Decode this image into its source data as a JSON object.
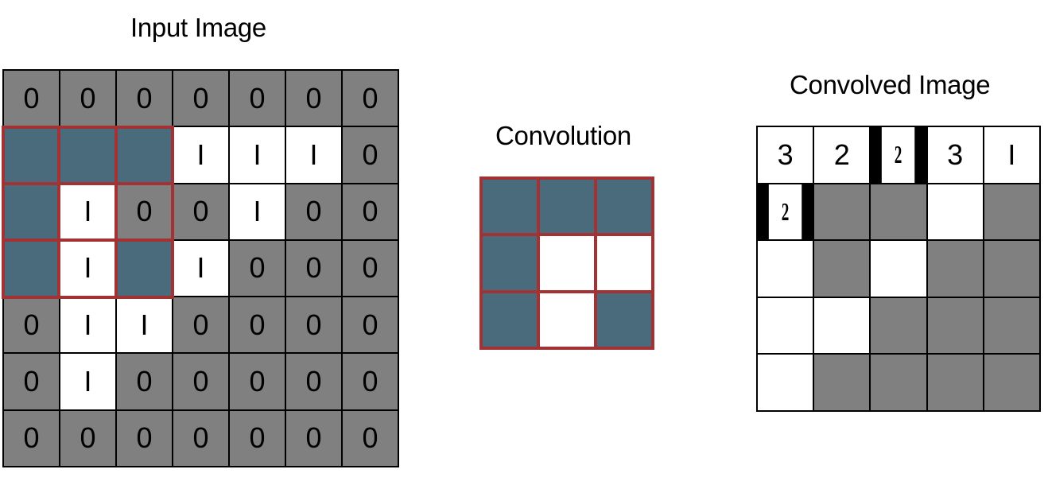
{
  "colors": {
    "zero_cell": "#808080",
    "one_cell": "#ffffff",
    "highlight_cell": "#4a6b7b",
    "kernel_border": "#a33235",
    "grid_line": "#000000"
  },
  "input": {
    "title": "Input Image",
    "cells": [
      [
        {
          "text": "0",
          "fill": "zero"
        },
        {
          "text": "0",
          "fill": "zero"
        },
        {
          "text": "0",
          "fill": "zero"
        },
        {
          "text": "0",
          "fill": "zero"
        },
        {
          "text": "0",
          "fill": "zero"
        },
        {
          "text": "0",
          "fill": "zero"
        },
        {
          "text": "0",
          "fill": "zero"
        }
      ],
      [
        {
          "text": "",
          "fill": "highlight"
        },
        {
          "text": "",
          "fill": "highlight"
        },
        {
          "text": "",
          "fill": "highlight"
        },
        {
          "text": "I",
          "fill": "one"
        },
        {
          "text": "I",
          "fill": "one"
        },
        {
          "text": "I",
          "fill": "one"
        },
        {
          "text": "0",
          "fill": "zero"
        }
      ],
      [
        {
          "text": "",
          "fill": "highlight"
        },
        {
          "text": "I",
          "fill": "one"
        },
        {
          "text": "0",
          "fill": "zero"
        },
        {
          "text": "0",
          "fill": "zero"
        },
        {
          "text": "I",
          "fill": "one"
        },
        {
          "text": "0",
          "fill": "zero"
        },
        {
          "text": "0",
          "fill": "zero"
        }
      ],
      [
        {
          "text": "",
          "fill": "highlight"
        },
        {
          "text": "I",
          "fill": "one"
        },
        {
          "text": "",
          "fill": "highlight"
        },
        {
          "text": "I",
          "fill": "one"
        },
        {
          "text": "0",
          "fill": "zero"
        },
        {
          "text": "0",
          "fill": "zero"
        },
        {
          "text": "0",
          "fill": "zero"
        }
      ],
      [
        {
          "text": "0",
          "fill": "zero"
        },
        {
          "text": "I",
          "fill": "one"
        },
        {
          "text": "I",
          "fill": "one"
        },
        {
          "text": "0",
          "fill": "zero"
        },
        {
          "text": "0",
          "fill": "zero"
        },
        {
          "text": "0",
          "fill": "zero"
        },
        {
          "text": "0",
          "fill": "zero"
        }
      ],
      [
        {
          "text": "0",
          "fill": "zero"
        },
        {
          "text": "I",
          "fill": "one"
        },
        {
          "text": "0",
          "fill": "zero"
        },
        {
          "text": "0",
          "fill": "zero"
        },
        {
          "text": "0",
          "fill": "zero"
        },
        {
          "text": "0",
          "fill": "zero"
        },
        {
          "text": "0",
          "fill": "zero"
        }
      ],
      [
        {
          "text": "0",
          "fill": "zero"
        },
        {
          "text": "0",
          "fill": "zero"
        },
        {
          "text": "0",
          "fill": "zero"
        },
        {
          "text": "0",
          "fill": "zero"
        },
        {
          "text": "0",
          "fill": "zero"
        },
        {
          "text": "0",
          "fill": "zero"
        },
        {
          "text": "0",
          "fill": "zero"
        }
      ]
    ]
  },
  "kernel": {
    "title": "Convolution",
    "cells": [
      [
        "highlight",
        "highlight",
        "highlight"
      ],
      [
        "highlight",
        "one",
        "one"
      ],
      [
        "highlight",
        "one",
        "highlight"
      ]
    ]
  },
  "output": {
    "title": "Convolved Image",
    "cells": [
      [
        {
          "text": "3",
          "fill": "one"
        },
        {
          "text": "2",
          "fill": "one"
        },
        {
          "text": "2",
          "fill": "one",
          "narrow": true
        },
        {
          "text": "3",
          "fill": "one"
        },
        {
          "text": "I",
          "fill": "one"
        }
      ],
      [
        {
          "text": "2",
          "fill": "one",
          "narrow": true
        },
        {
          "text": "",
          "fill": "zero"
        },
        {
          "text": "",
          "fill": "zero"
        },
        {
          "text": "",
          "fill": "one"
        },
        {
          "text": "",
          "fill": "zero"
        }
      ],
      [
        {
          "text": "",
          "fill": "one"
        },
        {
          "text": "",
          "fill": "zero"
        },
        {
          "text": "",
          "fill": "one"
        },
        {
          "text": "",
          "fill": "zero"
        },
        {
          "text": "",
          "fill": "zero"
        }
      ],
      [
        {
          "text": "",
          "fill": "one"
        },
        {
          "text": "",
          "fill": "one"
        },
        {
          "text": "",
          "fill": "zero"
        },
        {
          "text": "",
          "fill": "zero"
        },
        {
          "text": "",
          "fill": "zero"
        }
      ],
      [
        {
          "text": "",
          "fill": "one"
        },
        {
          "text": "",
          "fill": "zero"
        },
        {
          "text": "",
          "fill": "zero"
        },
        {
          "text": "",
          "fill": "zero"
        },
        {
          "text": "",
          "fill": "zero"
        }
      ]
    ]
  }
}
